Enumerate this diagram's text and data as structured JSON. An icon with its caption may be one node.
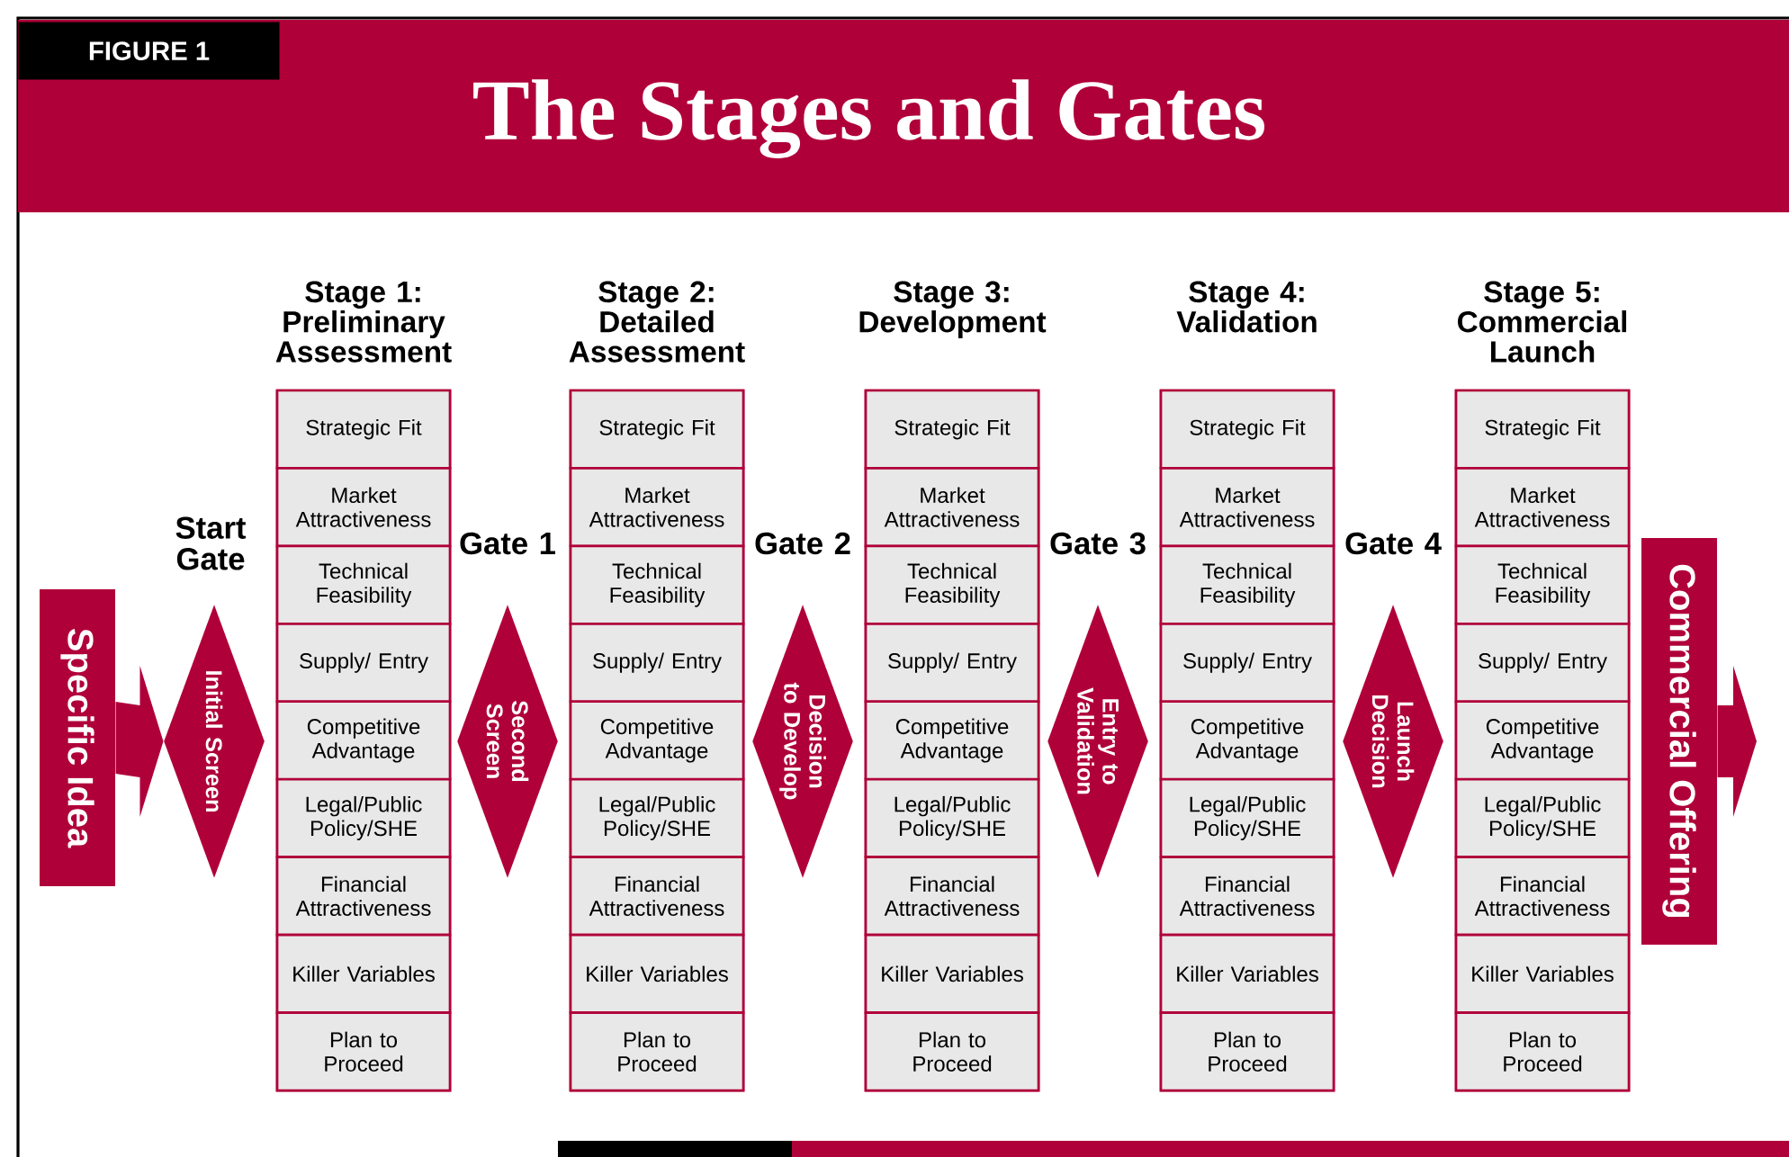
{
  "diagram": {
    "title": "The Stages and Gates",
    "nodes": [
      {
        "text": [
          "Specific Idea"
        ]
      },
      {
        "text": [
          "Start Gate",
          "Initial Screen"
        ]
      },
      {
        "text": [
          "Stage 1: Preliminary Assessment"
        ]
      },
      {
        "text": [
          "Strategic Fit"
        ],
        "in": 2
      },
      {
        "text": [
          "Market Attractiveness"
        ],
        "in": 2
      },
      {
        "text": [
          "Technical Feasibility"
        ],
        "in": 2
      },
      {
        "text": [
          "Supply/ Entry"
        ],
        "in": 2
      },
      {
        "text": [
          "Competitive Advantage"
        ],
        "in": 2
      },
      {
        "text": [
          "Legal/Public Policy/SHE"
        ],
        "in": 2
      },
      {
        "text": [
          "Financial Attractiveness"
        ],
        "in": 2
      },
      {
        "text": [
          "Killer Variables"
        ],
        "in": 2
      },
      {
        "text": [
          "Plan to Proceed"
        ],
        "in": 2
      },
      {
        "text": [
          "Gate 1",
          "Second Screen"
        ]
      },
      {
        "text": [
          "Stage 2: Detailed Assessment"
        ]
      },
      {
        "text": [
          "Strategic Fit"
        ],
        "in": 13
      },
      {
        "text": [
          "Market Attractiveness"
        ],
        "in": 13
      },
      {
        "text": [
          "Technical Feasibility"
        ],
        "in": 13
      },
      {
        "text": [
          "Supply/ Entry"
        ],
        "in": 13
      },
      {
        "text": [
          "Competitive Advantage"
        ],
        "in": 13
      },
      {
        "text": [
          "Legal/Public Policy/SHE"
        ],
        "in": 13
      },
      {
        "text": [
          "Financial Attractiveness"
        ],
        "in": 13
      },
      {
        "text": [
          "Killer Variables"
        ],
        "in": 13
      },
      {
        "text": [
          "Plan to Proceed"
        ],
        "in": 13
      },
      {
        "text": [
          "Gate 2",
          "Decision to Develop"
        ]
      },
      {
        "text": [
          "Stage 3: Development"
        ]
      },
      {
        "text": [
          "Strategic Fit"
        ],
        "in": 24
      },
      {
        "text": [
          "Market Attractiveness"
        ],
        "in": 24
      },
      {
        "text": [
          "Technical Feasibility"
        ],
        "in": 24
      },
      {
        "text": [
          "Supply/ Entry"
        ],
        "in": 24
      },
      {
        "text": [
          "Competitive Advantage"
        ],
        "in": 24
      },
      {
        "text": [
          "Legal/Public Policy/SHE"
        ],
        "in": 24
      },
      {
        "text": [
          "Financial Attractiveness"
        ],
        "in": 24
      },
      {
        "text": [
          "Killer Variables"
        ],
        "in": 24
      },
      {
        "text": [
          "Plan to Proceed"
        ],
        "in": 24
      },
      {
        "text": [
          "Gate 3",
          "Entry to Validation"
        ]
      },
      {
        "text": [
          "Stage 4: Validation"
        ]
      },
      {
        "text": [
          "Strategic Fit"
        ],
        "in": 35
      },
      {
        "text": [
          "Market Attractiveness"
        ],
        "in": 35
      },
      {
        "text": [
          "Technical Feasibility"
        ],
        "in": 35
      },
      {
        "text": [
          "Supply/ Entry"
        ],
        "in": 35
      },
      {
        "text": [
          "Competitive Advantage"
        ],
        "in": 35
      },
      {
        "text": [
          "Legal/Public Policy/SHE"
        ],
        "in": 35
      },
      {
        "text": [
          "Financial Attractiveness"
        ],
        "in": 35
      },
      {
        "text": [
          "Killer Variables"
        ],
        "in": 35
      },
      {
        "text": [
          "Plan to Proceed"
        ],
        "in": 35
      },
      {
        "text": [
          "Gate 4",
          "Launch Decision"
        ]
      },
      {
        "text": [
          "Stage 5: Commercial Launch"
        ]
      },
      {
        "text": [
          "Strategic Fit"
        ],
        "in": 46
      },
      {
        "text": [
          "Market Attractiveness"
        ],
        "in": 46
      },
      {
        "text": [
          "Technical Feasibility"
        ],
        "in": 46
      },
      {
        "text": [
          "Supply/ Entry"
        ],
        "in": 46
      },
      {
        "text": [
          "Competitive Advantage"
        ],
        "in": 46
      },
      {
        "text": [
          "Legal/Public Policy/SHE"
        ],
        "in": 46
      },
      {
        "text": [
          "Financial Attractiveness"
        ],
        "in": 46
      },
      {
        "text": [
          "Killer Variables"
        ],
        "in": 46
      },
      {
        "text": [
          "Plan to Proceed"
        ],
        "in": 46
      },
      {
        "text": [
          "Commercial Offering"
        ]
      }
    ],
    "edges": [
      {
        "from": 0,
        "to": 1,
        "arrow": "to"
      },
      {
        "from": 56,
        "to": null,
        "arrow": "to"
      }
    ],
    "labels": [
      "FIGURE 1"
    ]
  }
}
